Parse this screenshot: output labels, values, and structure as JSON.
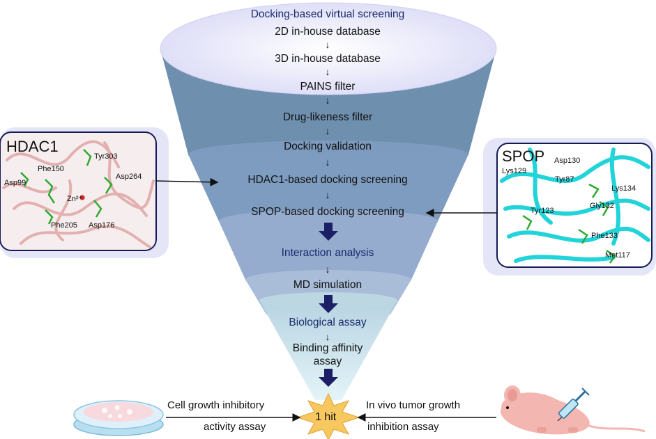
{
  "funnel": {
    "title": "Docking-based virtual screening",
    "steps": [
      "2D in-house database",
      "3D in-house database",
      "PAINS filter",
      "Drug-likeness filter",
      "Docking validation",
      "HDAC1-based docking screening",
      "SPOP-based docking screening",
      "Interaction analysis",
      "MD simulation",
      "Biological assay",
      "Binding affinity",
      "assay"
    ],
    "arrow_glyph": "↓",
    "result": "1 hit"
  },
  "hdac1": {
    "title": "HDAC1",
    "residues": [
      "Tyr303",
      "Phe150",
      "Asp264",
      "Asp99",
      "Zn²⁺",
      "Phe205",
      "Asp176"
    ]
  },
  "spop": {
    "title": "SPOP",
    "residues": [
      "Asp130",
      "Lys129",
      "Tyr87",
      "Lys134",
      "Gly132",
      "Tyr123",
      "Phe133",
      "Met117"
    ]
  },
  "left_assay": {
    "line1": "Cell growth inhibitory",
    "line2": "activity assay"
  },
  "right_assay": {
    "line1": "In vivo tumor growth",
    "line2": "inhibition assay"
  },
  "colors": {
    "title_blue": "#1b2a6b",
    "top_ellipse": "#e6e6fb",
    "layer1": "#6f8fae",
    "layer2": "#7e9cc0",
    "layer3": "#90a9cc",
    "layer4": "#a6b9d6",
    "layer5": "#bcd6e2",
    "tip": "#cce8f0",
    "hdac_ribbon": "#e8b5b5",
    "spop_ribbon": "#22d4d9",
    "star": "#f8c860",
    "dark_arrow": "#1b1f66"
  }
}
